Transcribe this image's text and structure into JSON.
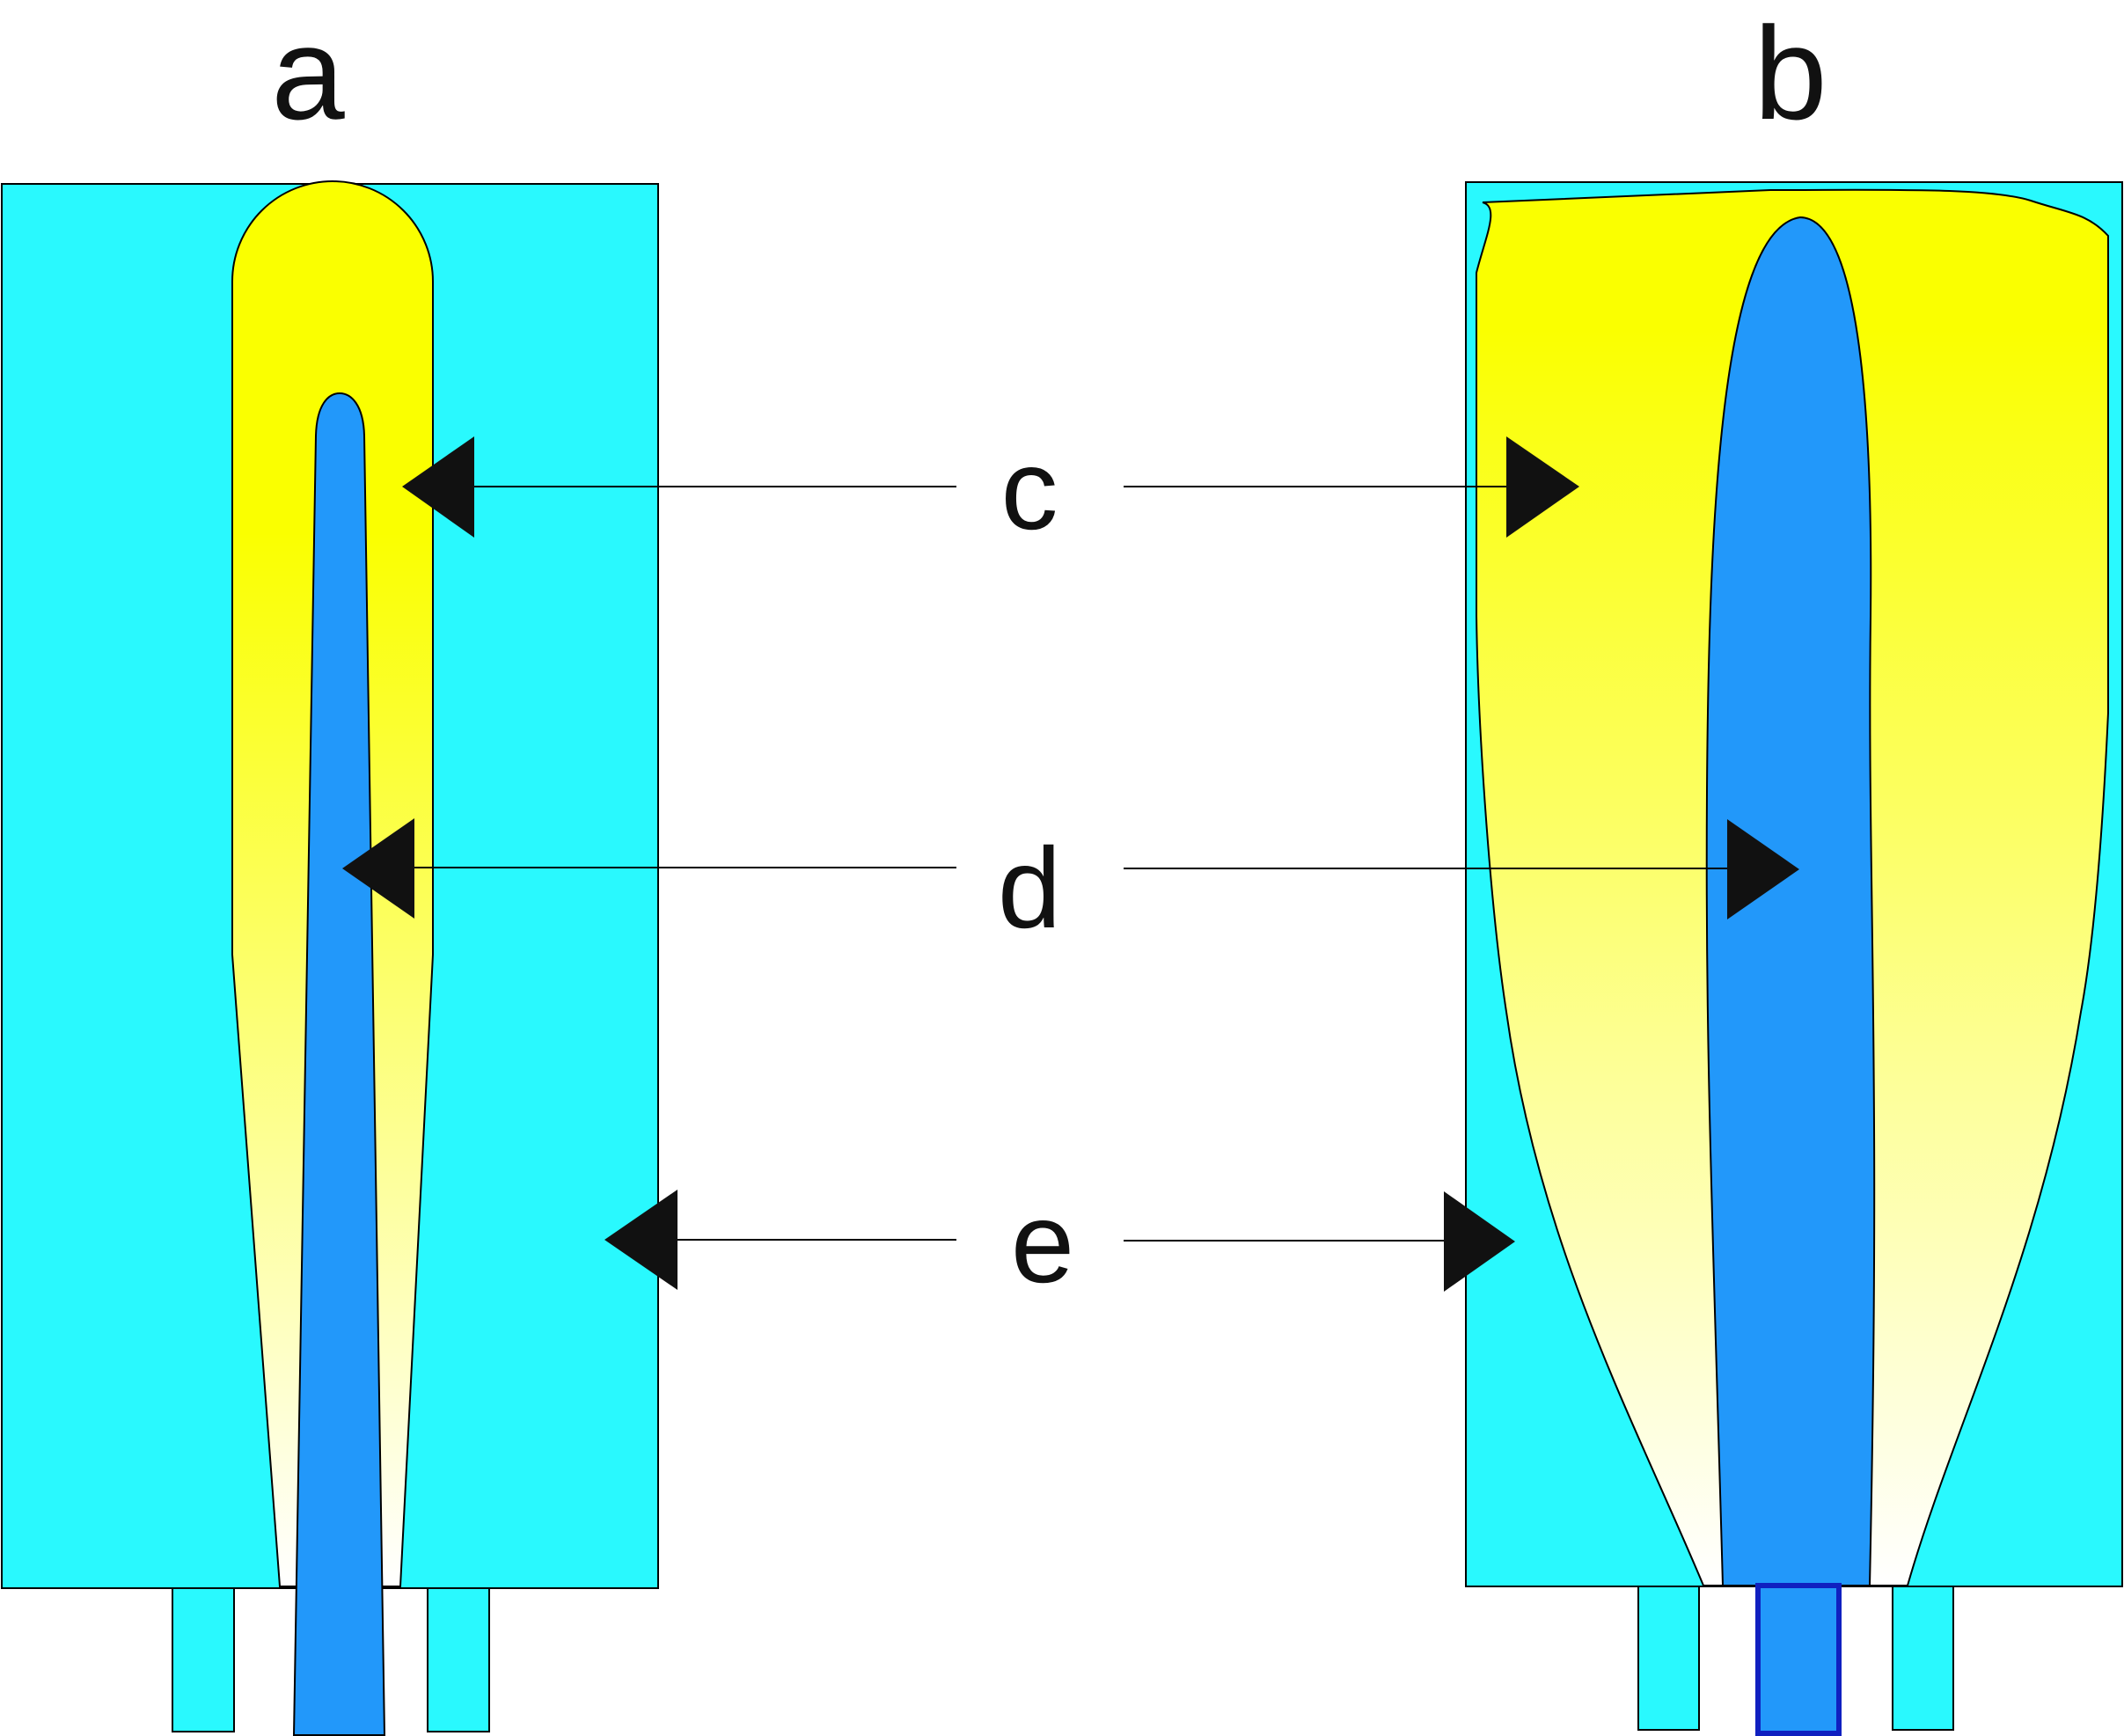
{
  "panels": {
    "a": {
      "label": "a"
    },
    "b": {
      "label": "b"
    }
  },
  "callouts": {
    "c": {
      "label": "c"
    },
    "d": {
      "label": "d"
    },
    "e": {
      "label": "e"
    }
  },
  "colors": {
    "outer_body": "#29F9FE",
    "core_blue": "#2298FA",
    "core_outline_b": "#1020C0",
    "gradient_top": "#FAFF00",
    "gradient_bottom": "#FFFFFF",
    "arrow": "#111111",
    "outline": "#000000"
  }
}
